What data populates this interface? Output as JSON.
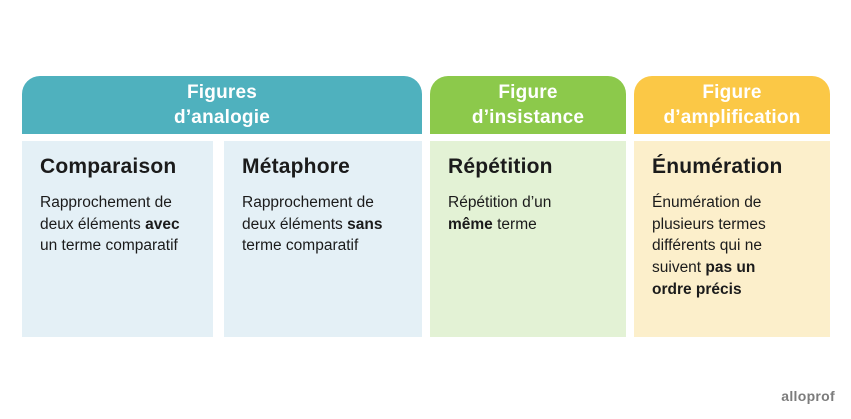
{
  "background": "#ffffff",
  "text_color": "#1b1b1b",
  "groups": [
    {
      "id": "analogie",
      "header": "Figures\nd’analogie",
      "color": "#4FB1BE"
    },
    {
      "id": "insistance",
      "header": "Figure\nd’insistance",
      "color": "#8CC94B"
    },
    {
      "id": "amplification",
      "header": "Figure\nd’amplification",
      "color": "#FBC846"
    }
  ],
  "columns": [
    {
      "title": "Comparaison",
      "group": "analogie",
      "bg": "#E4F0F6",
      "description": [
        {
          "t": "Rapprochement de\ndeux éléments ",
          "b": false
        },
        {
          "t": "avec",
          "b": true
        },
        {
          "t": "\nun terme comparatif",
          "b": false
        }
      ]
    },
    {
      "title": "Métaphore",
      "group": "analogie",
      "bg": "#E4F0F6",
      "description": [
        {
          "t": "Rapprochement de\ndeux éléments ",
          "b": false
        },
        {
          "t": "sans",
          "b": true
        },
        {
          "t": "\nterme comparatif",
          "b": false
        }
      ]
    },
    {
      "title": "Répétition",
      "group": "insistance",
      "bg": "#E3F2D5",
      "description": [
        {
          "t": "Répétition d’un\n",
          "b": false
        },
        {
          "t": "même",
          "b": true
        },
        {
          "t": " terme",
          "b": false
        }
      ]
    },
    {
      "title": "Énumération",
      "group": "amplification",
      "bg": "#FCEFCB",
      "description": [
        {
          "t": "Énumération de\nplusieurs termes\ndifférents qui ne\nsuivent ",
          "b": false
        },
        {
          "t": "pas un\nordre précis",
          "b": true
        }
      ]
    }
  ],
  "watermark": {
    "label": "alloprof",
    "color": "#7C7C7C"
  }
}
